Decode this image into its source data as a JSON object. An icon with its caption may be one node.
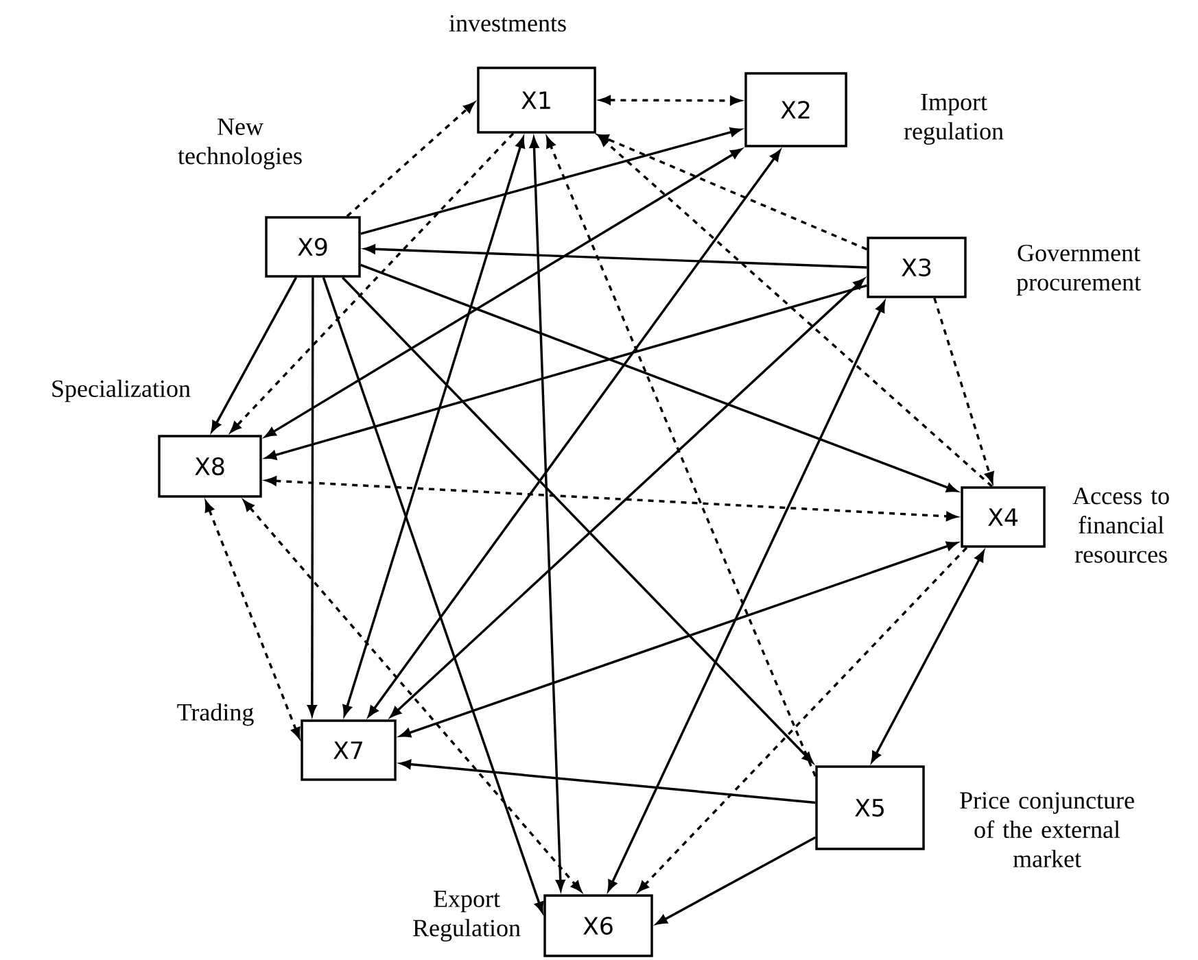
{
  "diagram": {
    "nodes": [
      {
        "text": [
          "X1"
        ],
        "beside": [
          "investments"
        ]
      },
      {
        "text": [
          "X2"
        ],
        "beside": [
          "Import regulation"
        ]
      },
      {
        "text": [
          "X3"
        ],
        "beside": [
          "Government procurement"
        ]
      },
      {
        "text": [
          "X4"
        ],
        "beside": [
          "Access to financial resources"
        ]
      },
      {
        "text": [
          "X5"
        ],
        "beside": [
          "Price conjuncture of the external market"
        ]
      },
      {
        "text": [
          "X6"
        ],
        "beside": [
          "Export Regulation"
        ]
      },
      {
        "text": [
          "X7"
        ],
        "beside": [
          "Trading"
        ]
      },
      {
        "text": [
          "X8"
        ],
        "beside": [
          "Specialization"
        ]
      },
      {
        "text": [
          "X9"
        ],
        "beside": [
          "New technologies"
        ]
      }
    ],
    "edges": [
      {
        "from": 0,
        "to": 1,
        "arrow": "both",
        "style": "dashed"
      },
      {
        "from": 8,
        "to": 0,
        "arrow": "to",
        "style": "dashed"
      },
      {
        "from": 8,
        "to": 1,
        "arrow": "to"
      },
      {
        "from": 2,
        "to": 8,
        "arrow": "to"
      },
      {
        "from": 8,
        "to": 7,
        "arrow": "to"
      },
      {
        "from": 8,
        "to": 6,
        "arrow": "to"
      },
      {
        "from": 8,
        "to": 5,
        "arrow": "to"
      },
      {
        "from": 8,
        "to": 4,
        "arrow": "to"
      },
      {
        "from": 8,
        "to": 3,
        "arrow": "to"
      },
      {
        "from": 0,
        "to": 6,
        "arrow": "both"
      },
      {
        "from": 0,
        "to": 5,
        "arrow": "both"
      },
      {
        "from": 4,
        "to": 0,
        "arrow": "to",
        "style": "dashed"
      },
      {
        "from": 2,
        "to": 0,
        "arrow": "to",
        "style": "dashed"
      },
      {
        "from": 3,
        "to": 0,
        "arrow": "to",
        "style": "dashed"
      },
      {
        "from": 0,
        "to": 7,
        "arrow": "to",
        "style": "dashed"
      },
      {
        "from": 1,
        "to": 6,
        "arrow": "both"
      },
      {
        "from": 1,
        "to": 7,
        "arrow": "both"
      },
      {
        "from": 2,
        "to": 7,
        "arrow": "to"
      },
      {
        "from": 2,
        "to": 6,
        "arrow": "both"
      },
      {
        "from": 2,
        "to": 5,
        "arrow": "both"
      },
      {
        "from": 2,
        "to": 3,
        "arrow": "to",
        "style": "dashed"
      },
      {
        "from": 7,
        "to": 3,
        "arrow": "both",
        "style": "dashed"
      },
      {
        "from": 3,
        "to": 6,
        "arrow": "both"
      },
      {
        "from": 3,
        "to": 4,
        "arrow": "both"
      },
      {
        "from": 3,
        "to": 5,
        "arrow": "to",
        "style": "dashed"
      },
      {
        "from": 4,
        "to": 6,
        "arrow": "to"
      },
      {
        "from": 4,
        "to": 5,
        "arrow": "to"
      },
      {
        "from": 7,
        "to": 5,
        "arrow": "both",
        "style": "dashed"
      },
      {
        "from": 7,
        "to": 6,
        "arrow": "both",
        "style": "dashed"
      }
    ]
  }
}
